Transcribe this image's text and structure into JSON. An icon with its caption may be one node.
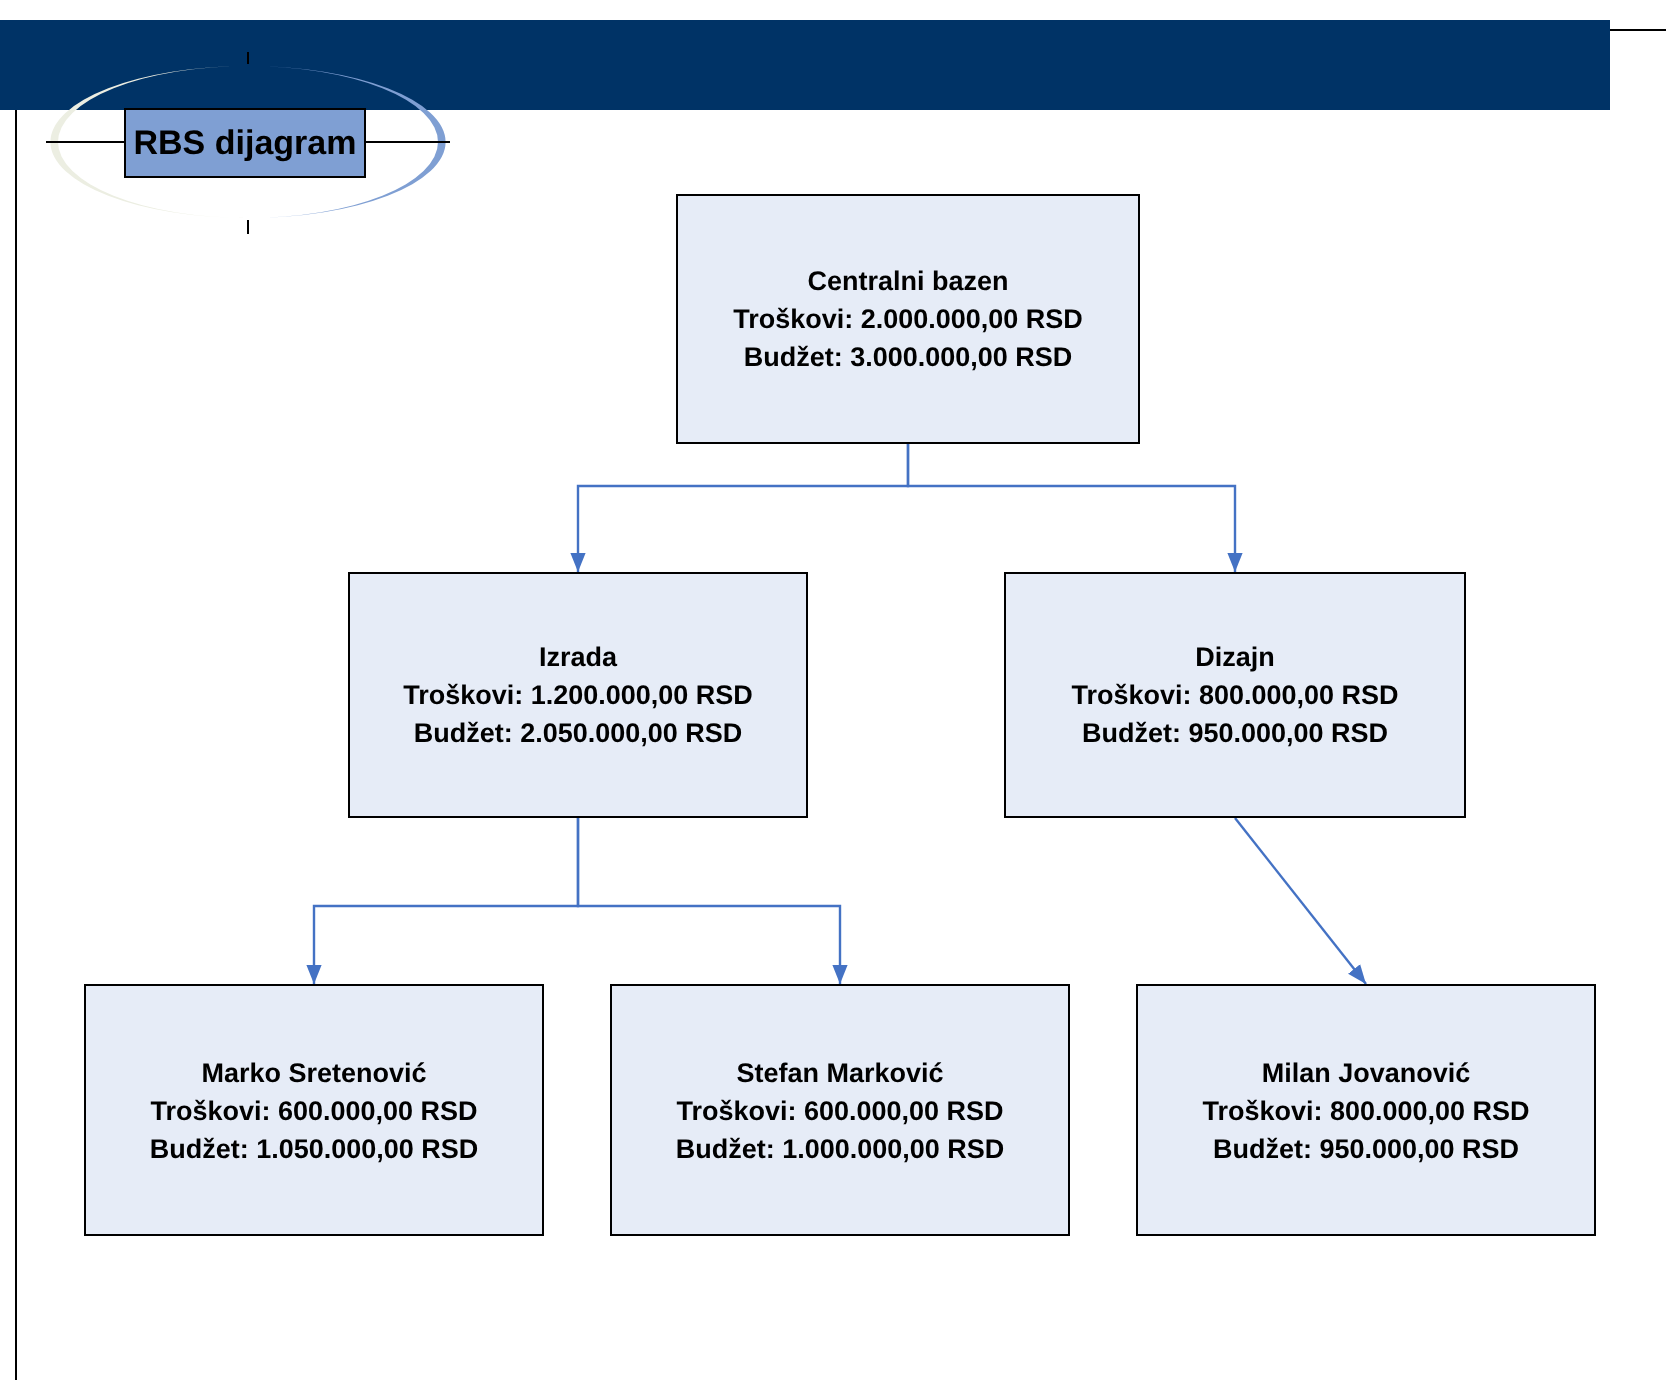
{
  "diagram": {
    "title": "RBS dijagram",
    "nodes": [
      {
        "text": [
          "Centralni bazen",
          "Troškovi: 2.000.000,00 RSD",
          "Budžet: 3.000.000,00 RSD"
        ]
      },
      {
        "text": [
          "Izrada",
          "Troškovi: 1.200.000,00 RSD",
          "Budžet: 2.050.000,00 RSD"
        ]
      },
      {
        "text": [
          "Dizajn",
          "Troškovi: 800.000,00 RSD",
          "Budžet: 950.000,00 RSD"
        ]
      },
      {
        "text": [
          "Marko Sretenović",
          "Troškovi: 600.000,00 RSD",
          "Budžet: 1.050.000,00 RSD"
        ]
      },
      {
        "text": [
          "Stefan Marković",
          "Troškovi: 600.000,00 RSD",
          "Budžet: 1.000.000,00 RSD"
        ]
      },
      {
        "text": [
          "Milan Jovanović",
          "Troškovi: 800.000,00 RSD",
          "Budžet: 950.000,00 RSD"
        ]
      }
    ],
    "edges": [
      {
        "from": 0,
        "to": 1,
        "arrow": "to"
      },
      {
        "from": 0,
        "to": 2,
        "arrow": "to"
      },
      {
        "from": 1,
        "to": 3,
        "arrow": "to"
      },
      {
        "from": 1,
        "to": 4,
        "arrow": "to"
      },
      {
        "from": 2,
        "to": 5,
        "arrow": "to"
      }
    ]
  }
}
